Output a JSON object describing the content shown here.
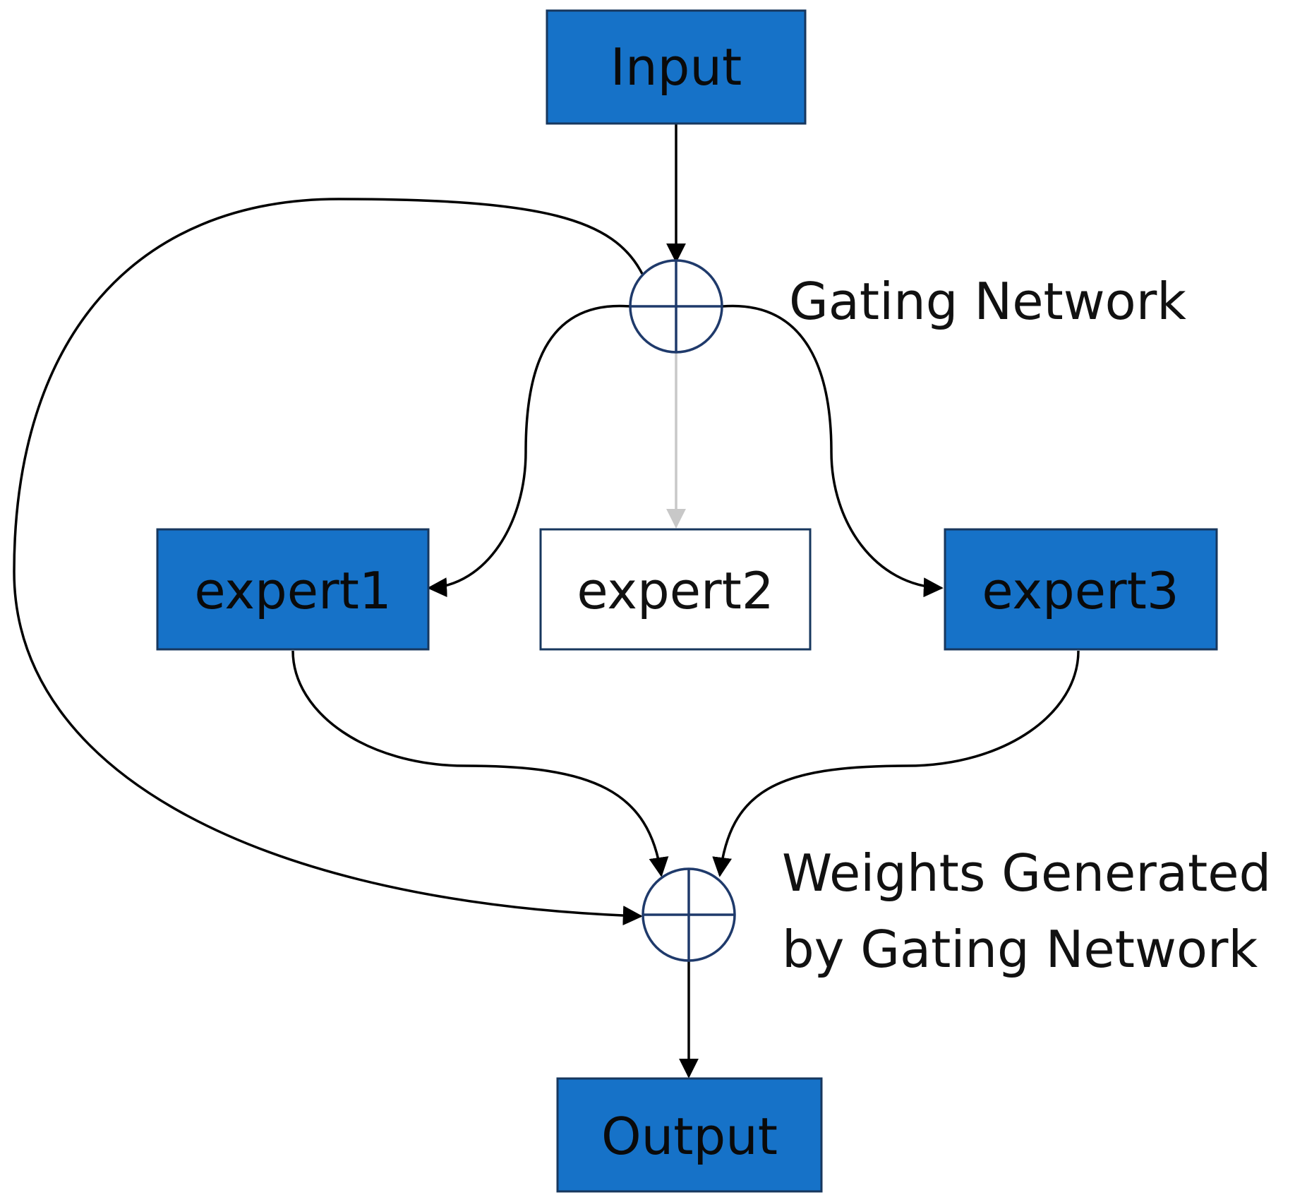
{
  "nodes": {
    "input": {
      "label": "Input",
      "active": true
    },
    "expert1": {
      "label": "expert1",
      "active": true
    },
    "expert2": {
      "label": "expert2",
      "active": false
    },
    "expert3": {
      "label": "expert3",
      "active": true
    },
    "output": {
      "label": "Output",
      "active": true
    }
  },
  "labels": {
    "gating": "Gating Network",
    "weights_line1": "Weights Generated",
    "weights_line2": "by Gating Network"
  },
  "colors": {
    "active_fill": "#1672C8",
    "box_border": "#17375E",
    "inactive_fill": "#FFFFFF",
    "arrow": "#000000",
    "inactive_arrow": "#C8C8C8",
    "circle_stroke": "#1F3A6B"
  }
}
